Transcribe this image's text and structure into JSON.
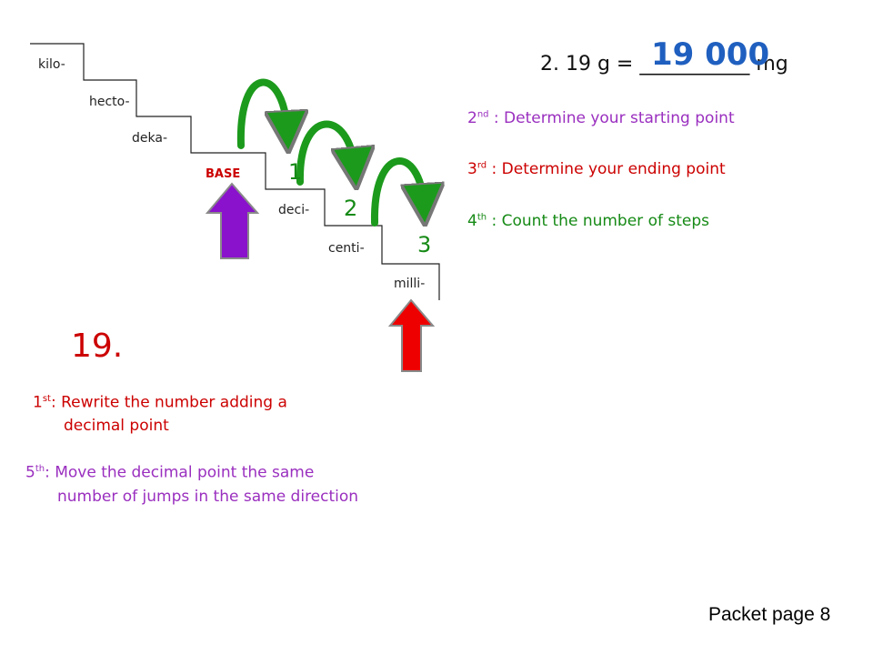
{
  "staircase": {
    "prefixes": [
      "kilo-",
      "hecto-",
      "deka-",
      "BASE",
      "deci-",
      "centi-",
      "milli-"
    ],
    "jump_numbers": [
      "1",
      "2",
      "3"
    ]
  },
  "problem": {
    "big_number": "19.",
    "prefix_text": "2.  19 g = ",
    "blank": "___________",
    "unit": " mg",
    "answer": "19 000"
  },
  "instructions": {
    "step1": {
      "ordinal": "1",
      "sup": "st",
      "line1": ":  Rewrite the number adding a",
      "line2": "decimal point"
    },
    "step2": {
      "ordinal": "2",
      "sup": "nd",
      "text": " :  Determine your starting point"
    },
    "step3": {
      "ordinal": "3",
      "sup": "rd",
      "text": " :  Determine your ending point"
    },
    "step4": {
      "ordinal": "4",
      "sup": "th",
      "text": " :  Count the number of steps"
    },
    "step5": {
      "ordinal": "5",
      "sup": "th",
      "line1": ":  Move the decimal point the same",
      "line2": "number of jumps in the same direction"
    }
  },
  "footer": "Packet page 8",
  "colors": {
    "step1": "#cc0000",
    "step2": "#9a2fbf",
    "step3": "#cc0000",
    "step4": "#168a16",
    "step5": "#9a2fbf",
    "jump_arrows": "#1c9a1c",
    "base_arrow": "#8a12cc",
    "milli_arrow": "#ee0000"
  }
}
